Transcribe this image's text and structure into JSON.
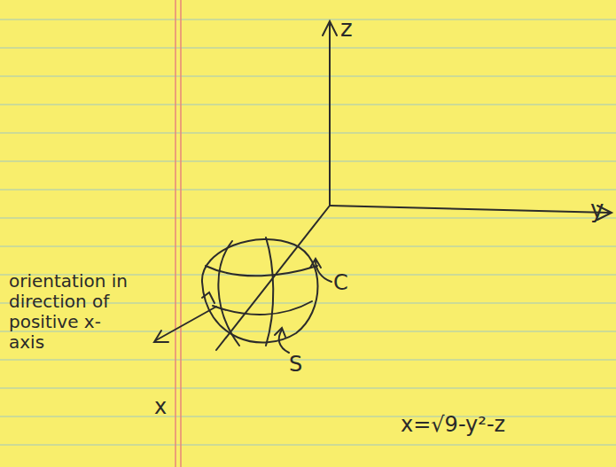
{
  "diagram": {
    "labels": [
      "z",
      "y",
      "x",
      "C",
      "S",
      "orientation in direction of positive x-axis",
      "x=√9-y²-z"
    ]
  }
}
